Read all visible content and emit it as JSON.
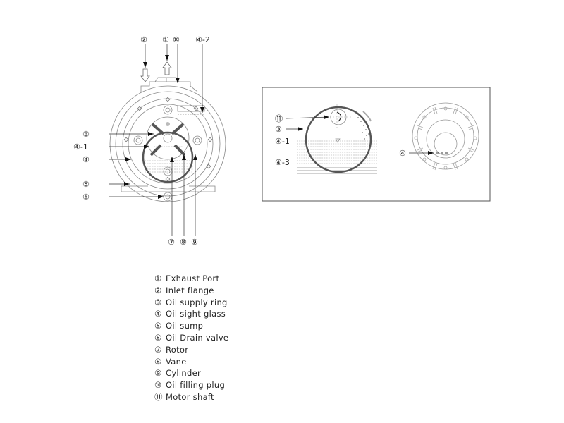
{
  "left_view": {
    "callouts": {
      "c1": "①",
      "c2": "②",
      "c10": "⑩",
      "c4_2": "④-2",
      "c3": "③",
      "c4_1": "④-1",
      "c4": "④",
      "c5": "⑤",
      "c6": "⑥",
      "c7": "⑦",
      "c8": "⑧",
      "c9": "⑨"
    }
  },
  "middle_view": {
    "callouts": {
      "c11": "⑪",
      "c3": "③",
      "c4_1": "④-1",
      "c4_3": "④-3"
    }
  },
  "right_view": {
    "callouts": {
      "c4": "④"
    }
  },
  "legend": [
    {
      "num": "①",
      "label": "Exhaust Port"
    },
    {
      "num": "②",
      "label": "Inlet flange"
    },
    {
      "num": "③",
      "label": "Oil supply ring"
    },
    {
      "num": "④",
      "label": "Oil sight glass"
    },
    {
      "num": "⑤",
      "label": "Oil sump"
    },
    {
      "num": "⑥",
      "label": "Oil Drain valve"
    },
    {
      "num": "⑦",
      "label": "Rotor"
    },
    {
      "num": "⑧",
      "label": "Vane"
    },
    {
      "num": "⑨",
      "label": "Cylinder"
    },
    {
      "num": "⑩",
      "label": "Oil filling plug"
    },
    {
      "num": "⑪",
      "label": "Motor shaft"
    }
  ]
}
